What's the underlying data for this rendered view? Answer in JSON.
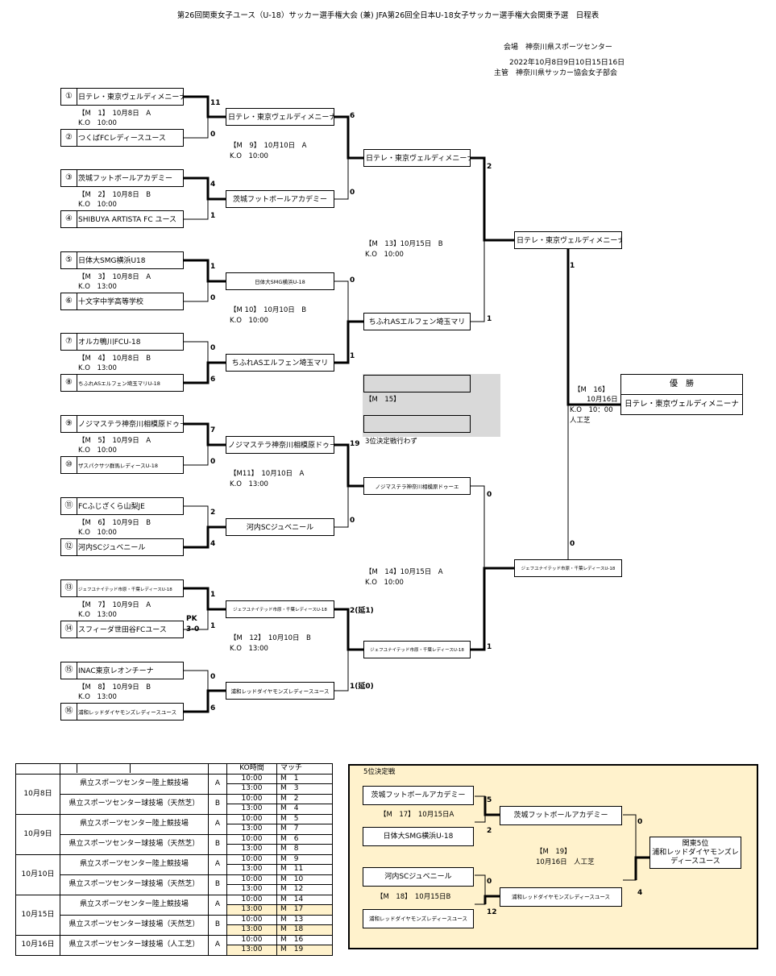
{
  "header": {
    "title": "第26回関東女子ユース（U-18）サッカー選手権大会 (兼) JFA第26回全日本U-18女子サッカー選手権大会関東予選　日程表",
    "venue": "会場　神奈川県スポーツセンター",
    "dates": "2022年10月8日9日10日15日16日",
    "organizer": "主管　神奈川県サッカー協会女子部会"
  },
  "teams": [
    {
      "num": "①",
      "name": "日テレ・東京ヴェルディメニーナ"
    },
    {
      "num": "②",
      "name": "つくばFCレディースユース"
    },
    {
      "num": "③",
      "name": "茨城フットボールアカデミー"
    },
    {
      "num": "④",
      "name": "SHIBUYA ARTISTA FC ユース"
    },
    {
      "num": "⑤",
      "name": "日体大SMG横浜U18"
    },
    {
      "num": "⑥",
      "name": "十文字中学高等学校"
    },
    {
      "num": "⑦",
      "name": "オルカ鴨川FCU-18"
    },
    {
      "num": "⑧",
      "name": "ちふれASエルフェン埼玉マリU-18"
    },
    {
      "num": "⑨",
      "name": "ノジマステラ神奈川相模原ドゥーエ"
    },
    {
      "num": "⑩",
      "name": "ザスパクサツ群馬レディースU-18"
    },
    {
      "num": "⑪",
      "name": "FCふじざくら山梨JE"
    },
    {
      "num": "⑫",
      "name": "河内SCジュベニール"
    },
    {
      "num": "⑬",
      "name": "ジェフユナイテッド市原・千葉レディースU-18"
    },
    {
      "num": "⑭",
      "name": "スフィーダ世田谷FCユース"
    },
    {
      "num": "⑮",
      "name": "INAC東京レオンチーナ"
    },
    {
      "num": "⑯",
      "name": "浦和レッドダイヤモンズレディースユース"
    }
  ],
  "r1": [
    {
      "match": "【M　1】　10月8日　A",
      "ko": "K.O　10:00",
      "s1": "11",
      "s2": "0"
    },
    {
      "match": "【M　2】　10月8日　B",
      "ko": "K.O　10:00",
      "s1": "4",
      "s2": "1"
    },
    {
      "match": "【M　3】　10月8日　A",
      "ko": "K.O　13:00",
      "s1": "1",
      "s2": "0"
    },
    {
      "match": "【M　4】　10月8日　B",
      "ko": "K.O　13:00",
      "s1": "0",
      "s2": "6"
    },
    {
      "match": "【M　5】　10月9日　A",
      "ko": "K.O　10:00",
      "s1": "7",
      "s2": "0"
    },
    {
      "match": "【M　6】　10月9日　B",
      "ko": "K.O　10:00",
      "s1": "2",
      "s2": "4"
    },
    {
      "match": "【M　7】　10月9日　A",
      "ko": "K.O　13:00",
      "s1": "1",
      "s2": "1",
      "pk": "PK",
      "pks": "3-0"
    },
    {
      "match": "【M　8】　10月9日　B",
      "ko": "K.O　13:00",
      "s1": "0",
      "s2": "6"
    }
  ],
  "r2": [
    {
      "w1": "日テレ・東京ヴェルディメニーナ",
      "w2": "茨城フットボールアカデミー",
      "match": "【M　9】　10月10日　A",
      "ko": "K.O　10:00",
      "s1": "6",
      "s2": "0"
    },
    {
      "w1": "日体大SMG横浜U-18",
      "w2": "ちふれASエルフェン埼玉マリ",
      "match": "【M 10】　10月10日　B",
      "ko": "K.O　10:00",
      "s1": "0",
      "s2": "1"
    },
    {
      "w1": "ノジマステラ神奈川相模原ドゥーエ",
      "w2": "河内SCジュベニール",
      "match": "【M11】　10月10日　A",
      "ko": "K.O　13:00",
      "s1": "19",
      "s2": "0"
    },
    {
      "w1": "ジェフユナイテッド市原・千葉レディースU-18",
      "w2": "浦和レッドダイヤモンズレディースユース",
      "match": "【M　12】　10月10日　B",
      "ko": "K.O　13:00",
      "s1": "2(延1)",
      "s2": "1(延0)"
    }
  ],
  "r3": [
    {
      "w1": "日テレ・東京ヴェルディメニーナ",
      "w2": "ちふれASエルフェン埼玉マリ",
      "match": "【M　13】10月15日　B",
      "ko": "K.O　10:00",
      "s1": "2",
      "s2": "1"
    },
    {
      "w1": "ノジマステラ神奈川相模原ドゥーエ",
      "w2": "ジェフユナイテッド市原・千葉レディースU-18",
      "match": "【M　14】10月15日　A",
      "ko": "K.O　10:00",
      "s1": "0",
      "s2": "1"
    }
  ],
  "third": {
    "match": "【M　15】",
    "note": "3位決定戦行わず"
  },
  "final": {
    "w1": "日テレ・東京ヴェルディメニーナ",
    "w2": "ジェフユナイテッド市原・千葉レディースU-18",
    "s1": "1",
    "s2": "0",
    "match": "【M　16】",
    "date": "10月16日",
    "ko": "K.O　10：00",
    "surface": "人工芝",
    "champion_title": "優　勝",
    "champion": "日テレ・東京ヴェルディメニーナ"
  },
  "schedule": {
    "headers": [
      "KO時間",
      "マッチ"
    ],
    "days": [
      {
        "date": "10月8日",
        "rows": [
          {
            "venue": "県立スポーツセンター陸上競技場",
            "court": "A",
            "slots": [
              {
                "time": "10:00",
                "match": "M　1"
              },
              {
                "time": "13:00",
                "match": "M　3"
              }
            ]
          },
          {
            "venue": "県立スポーツセンター球技場（天然芝）",
            "court": "B",
            "slots": [
              {
                "time": "10:00",
                "match": "M　2"
              },
              {
                "time": "13:00",
                "match": "M　4"
              }
            ]
          }
        ]
      },
      {
        "date": "10月9日",
        "rows": [
          {
            "venue": "県立スポーツセンター陸上競技場",
            "court": "A",
            "slots": [
              {
                "time": "10:00",
                "match": "M　5"
              },
              {
                "time": "13:00",
                "match": "M　7"
              }
            ]
          },
          {
            "venue": "県立スポーツセンター球技場（天然芝）",
            "court": "B",
            "slots": [
              {
                "time": "10:00",
                "match": "M　6"
              },
              {
                "time": "13:00",
                "match": "M　8"
              }
            ]
          }
        ]
      },
      {
        "date": "10月10日",
        "rows": [
          {
            "venue": "県立スポーツセンター陸上競技場",
            "court": "A",
            "slots": [
              {
                "time": "10:00",
                "match": "M　9"
              },
              {
                "time": "13:00",
                "match": "M　11"
              }
            ]
          },
          {
            "venue": "県立スポーツセンター球技場（天然芝）",
            "court": "B",
            "slots": [
              {
                "time": "10:00",
                "match": "M　10"
              },
              {
                "time": "13:00",
                "match": "M　12"
              }
            ]
          }
        ]
      },
      {
        "date": "10月15日",
        "rows": [
          {
            "venue": "県立スポーツセンター陸上競技場",
            "court": "A",
            "slots": [
              {
                "time": "10:00",
                "match": "M　14"
              },
              {
                "time": "13:00",
                "match": "M　17"
              }
            ]
          },
          {
            "venue": "県立スポーツセンター球技場（天然芝）",
            "court": "B",
            "slots": [
              {
                "time": "10:00",
                "match": "M　13"
              },
              {
                "time": "13:00",
                "match": "M　18"
              }
            ]
          }
        ]
      },
      {
        "date": "10月16日",
        "rows": [
          {
            "venue": "県立スポーツセンター球技場（人工芝）",
            "court": "A",
            "slots": [
              {
                "time": "10:00",
                "match": "M　16"
              },
              {
                "time": "13:00",
                "match": "M　19"
              }
            ]
          }
        ]
      }
    ]
  },
  "fifth": {
    "title": "5位決定戦",
    "t1": "茨城フットボールアカデミー",
    "t2": "日体大SMG横浜U-18",
    "t3": "河内SCジュベニール",
    "t4": "浦和レッドダイヤモンズレディースユース",
    "m17": "【M　17】　10月15日A",
    "m17s1": "5",
    "m17s2": "2",
    "m18": "【M　18】　10月15日B",
    "m18s1": "0",
    "m18s2": "12",
    "w17": "茨城フットボールアカデミー",
    "w18": "浦和レッドダイヤモンズレディースユース",
    "m19": "【M　19】",
    "m19date": "10月16日　人工芝",
    "m19s1": "0",
    "m19s2": "4",
    "res_title": "関東5位",
    "res_name": "浦和レッドダイヤモンズレディースユース"
  }
}
